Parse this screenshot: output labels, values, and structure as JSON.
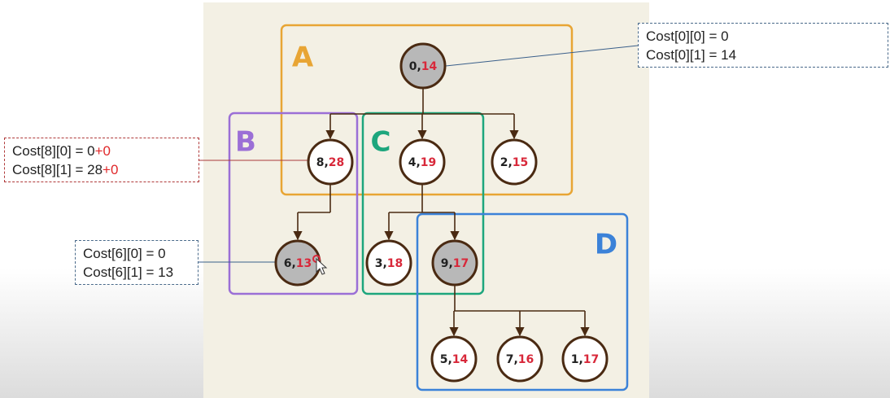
{
  "groups": [
    {
      "id": "A",
      "label": "A",
      "color": "#e8a534"
    },
    {
      "id": "B",
      "label": "B",
      "color": "#9b6fd6"
    },
    {
      "id": "C",
      "label": "C",
      "color": "#1da67d"
    },
    {
      "id": "D",
      "label": "D",
      "color": "#3b82d8"
    }
  ],
  "nodes": [
    {
      "id": "n0",
      "num": "0",
      "cost": "14",
      "filled": true
    },
    {
      "id": "n8",
      "num": "8",
      "cost": "28",
      "filled": false
    },
    {
      "id": "n4",
      "num": "4",
      "cost": "19",
      "filled": false
    },
    {
      "id": "n2",
      "num": "2",
      "cost": "15",
      "filled": false
    },
    {
      "id": "n6",
      "num": "6",
      "cost": "13",
      "filled": true
    },
    {
      "id": "n3",
      "num": "3",
      "cost": "18",
      "filled": false
    },
    {
      "id": "n9",
      "num": "9",
      "cost": "17",
      "filled": true
    },
    {
      "id": "n5",
      "num": "5",
      "cost": "14",
      "filled": false
    },
    {
      "id": "n7",
      "num": "7",
      "cost": "16",
      "filled": false
    },
    {
      "id": "n1",
      "num": "1",
      "cost": "17",
      "filled": false
    }
  ],
  "edges": [
    {
      "from": "n0",
      "to": "n8"
    },
    {
      "from": "n0",
      "to": "n4"
    },
    {
      "from": "n0",
      "to": "n2"
    },
    {
      "from": "n8",
      "to": "n6"
    },
    {
      "from": "n4",
      "to": "n3"
    },
    {
      "from": "n4",
      "to": "n9"
    },
    {
      "from": "n9",
      "to": "n5"
    },
    {
      "from": "n9",
      "to": "n7"
    },
    {
      "from": "n9",
      "to": "n1"
    }
  ],
  "notes": {
    "node0": {
      "line1": "Cost[0][0] = 0",
      "line2": "Cost[0][1] = 14"
    },
    "node8": {
      "line1_base": "Cost[8][0] = 0",
      "line1_add": "+0",
      "line2_base": "Cost[8][1] = 28",
      "line2_add": "+0"
    },
    "node6": {
      "line1": "Cost[6][0] = 0",
      "line2": "Cost[6][1] = 13"
    }
  },
  "colors": {
    "panel_bg": "#f3f0e4",
    "node_outline": "#4a2a12",
    "node_fill_gray": "#b8b8b8",
    "number_text": "#222222",
    "cost_text": "#d8283a",
    "edge": "#4a2a12"
  }
}
